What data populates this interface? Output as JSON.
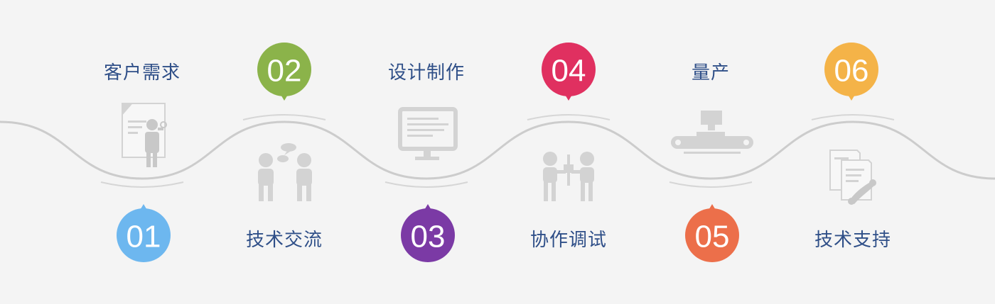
{
  "steps": [
    {
      "number": "01",
      "label": "客户需求",
      "color": "#6db7ef",
      "icon": "document-person-icon"
    },
    {
      "number": "02",
      "label": "技术交流",
      "color": "#8bb34a",
      "icon": "conversation-icon"
    },
    {
      "number": "03",
      "label": "设计制作",
      "color": "#7b3aa5",
      "icon": "monitor-icon"
    },
    {
      "number": "04",
      "label": "协作调试",
      "color": "#e03060",
      "icon": "collaboration-icon"
    },
    {
      "number": "05",
      "label": "量产",
      "color": "#ec6f4a",
      "icon": "conveyor-icon"
    },
    {
      "number": "06",
      "label": "技术支持",
      "color": "#f4b348",
      "icon": "support-docs-icon"
    }
  ],
  "line_color": "#cccccc",
  "icon_color": "#d3d3d3"
}
